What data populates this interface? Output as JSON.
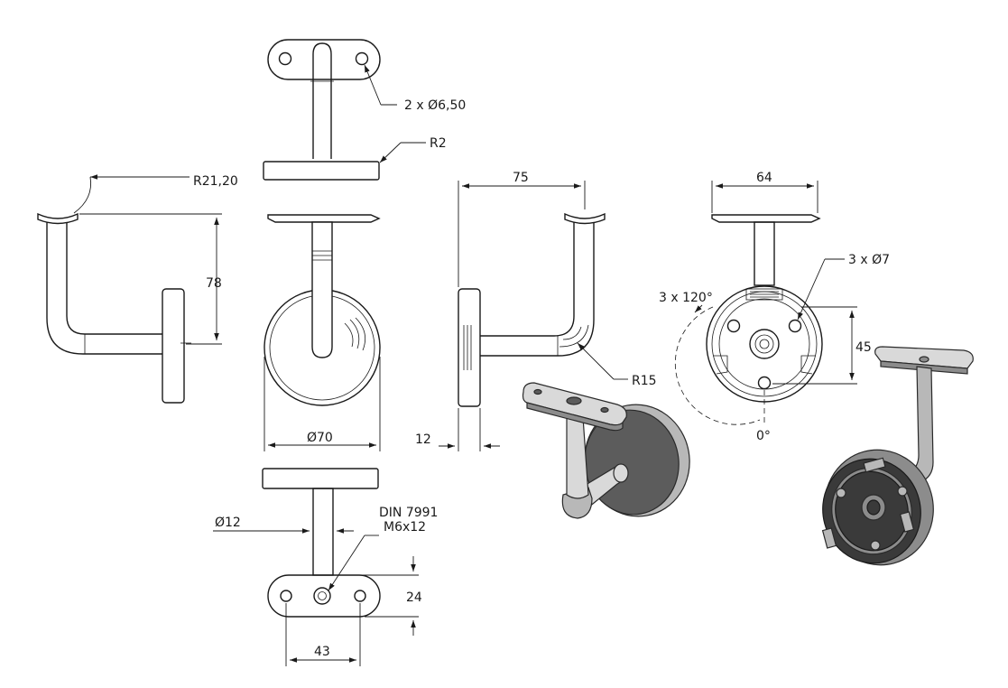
{
  "dimensions": {
    "hole_callout": "2 x Ø6,50",
    "plate_radius": "R2",
    "arc_radius": "R21,20",
    "height_78": "78",
    "reach_75": "75",
    "plate_width_64": "64",
    "bend_radius": "R15",
    "hole_count": "3 x Ø7",
    "hole_angle": "3 x 120°",
    "hole_spacing": "45",
    "zero_angle": "0°",
    "disc_diameter": "Ø70",
    "disc_thickness": "12",
    "rod_diameter": "Ø12",
    "screw_standard": "DIN 7991",
    "screw_size": "M6x12",
    "plate_depth": "24",
    "hole_pitch": "43"
  }
}
